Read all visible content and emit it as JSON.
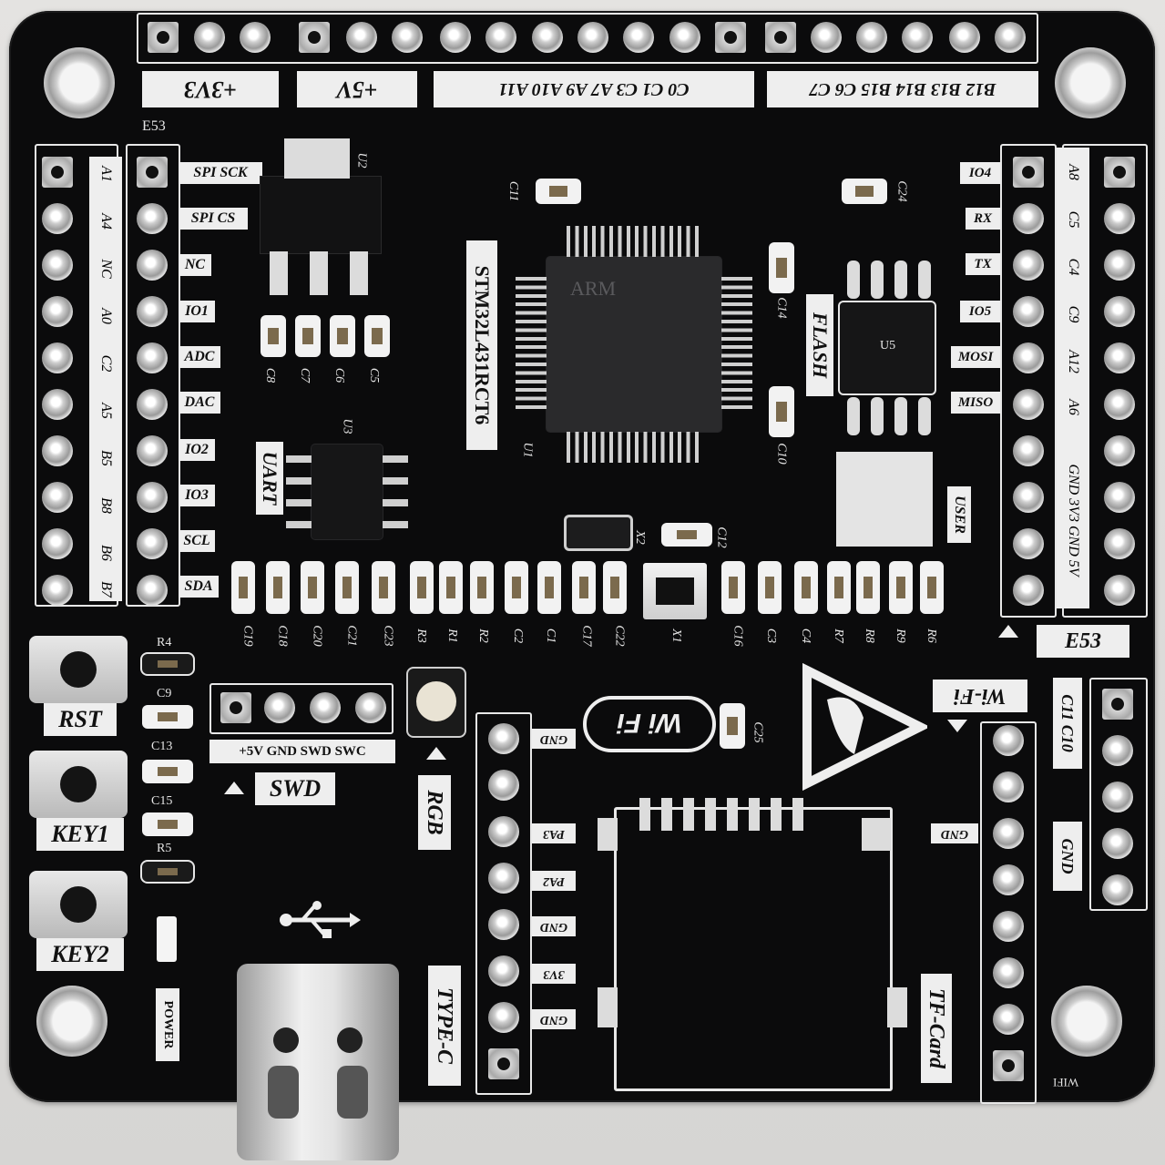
{
  "board": {
    "mcu_label": "STM32L431RCT6",
    "mcu_logo": "ARM",
    "headers_top": {
      "v33": "+3V3",
      "v5": "+5V",
      "mid": "C0 C1 C3 A7 A9 A10 A11",
      "right": "B12 B13 B14 B15 C6 C7"
    },
    "left_col1": [
      "A1",
      "A4",
      "NC",
      "A0",
      "C2",
      "A5",
      "B5",
      "B8",
      "B6",
      "B7"
    ],
    "left_col2": [
      "SPI SCK",
      "SPI CS",
      "NC",
      "IO1",
      "ADC",
      "DAC",
      "IO2",
      "IO3",
      "SCL",
      "SDA"
    ],
    "left_marker": "E53",
    "right_col1": [
      "IO4",
      "RX",
      "TX",
      "IO5",
      "MOSI",
      "MISO"
    ],
    "right_col2": [
      "A8",
      "C5",
      "C4",
      "C9",
      "A12",
      "A6"
    ],
    "right_power": "GND 3V3 GND 5V",
    "right_marker": "E53",
    "usart": "UART",
    "flash": "FLASH",
    "user": "USER",
    "swd_pins": "+5V GND SWD SWC",
    "swd": "SWD",
    "rgb": "RGB",
    "wifi_logo": "Wi Fi",
    "wifi_header": "Wi-Fi",
    "wifi_pins_left": [
      "GND",
      "PA3",
      "PA2",
      "GND",
      "3V3",
      "GND"
    ],
    "wifi_pins_right": [
      "GND"
    ],
    "wifi_small": "WIFI",
    "c1112": "C11 C10",
    "gnd": "GND",
    "tf": "TF-Card",
    "typec": "TYPE-C",
    "power": "POWER",
    "buttons": [
      "RST",
      "KEY1",
      "KEY2"
    ],
    "refs": {
      "u1": "U1",
      "u2": "U2",
      "u3": "U3",
      "u5": "U5",
      "x1": "X1",
      "x2": "X2",
      "c11": "C11",
      "c24": "C24",
      "c14": "C14",
      "c10": "C10",
      "c12": "C12",
      "c25": "C25",
      "c8": "C8",
      "c7": "C7",
      "c6": "C6",
      "c5": "C5",
      "r4": "R4",
      "c9": "C9",
      "c13": "C13",
      "c15": "C15",
      "r5": "R5"
    },
    "bottom_refs": [
      "C19",
      "C18",
      "C20",
      "C21",
      "C23",
      "R3",
      "R1",
      "R2",
      "C2",
      "C1",
      "C17",
      "C22",
      "X1",
      "C16",
      "C3",
      "C4",
      "R7",
      "R8",
      "R9",
      "R6"
    ]
  },
  "colors": {
    "board": "#0b0b0c",
    "silkscreen": "#eeeeee",
    "pads": "#c8c8c8",
    "background": "#d9d8d6"
  }
}
